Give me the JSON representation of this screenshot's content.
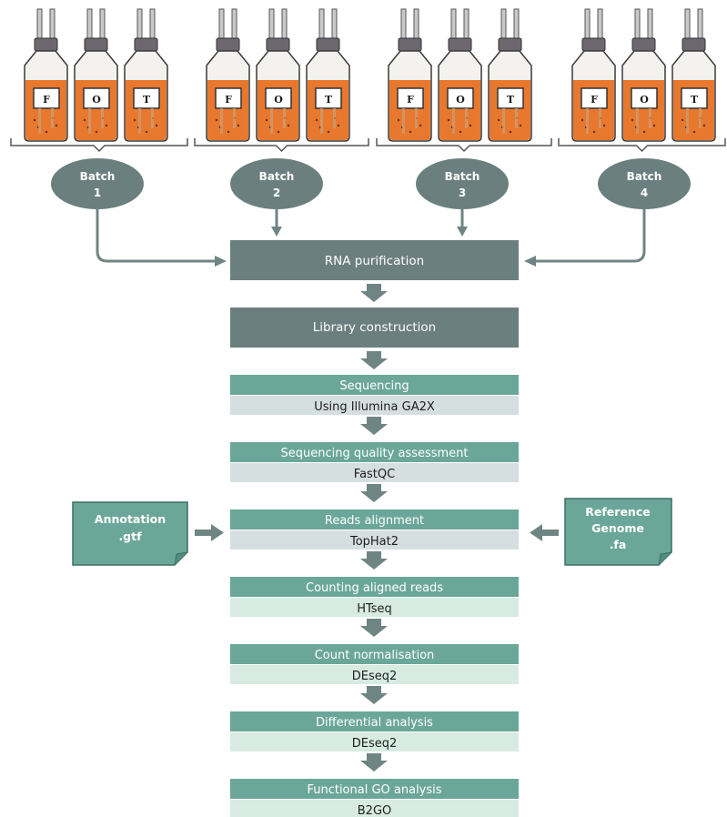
{
  "batches": [
    {
      "label": "Batch",
      "number": "1",
      "flasks": [
        "F",
        "O",
        "T"
      ]
    },
    {
      "label": "Batch",
      "number": "2",
      "flasks": [
        "F",
        "O",
        "T"
      ]
    },
    {
      "label": "Batch",
      "number": "3",
      "flasks": [
        "F",
        "O",
        "T"
      ]
    },
    {
      "label": "Batch",
      "number": "4",
      "flasks": [
        "F",
        "O",
        "T"
      ]
    }
  ],
  "dark_steps": [
    {
      "title": "RNA purification"
    },
    {
      "title": "Library construction"
    }
  ],
  "steps": [
    {
      "title": "Sequencing",
      "tool": "Using Illumina GA2X"
    },
    {
      "title": "Sequencing quality assessment",
      "tool": "FastQC"
    },
    {
      "title": "Reads alignment",
      "tool": "TopHat2"
    },
    {
      "title": "Counting aligned reads",
      "tool": "HTseq"
    },
    {
      "title": "Count normalisation",
      "tool": "DEseq2"
    },
    {
      "title": "Differential analysis",
      "tool": "DEseq2"
    },
    {
      "title": "Functional GO analysis",
      "tool": "B2GO"
    }
  ],
  "inputs": {
    "annotation": {
      "lines": [
        "Annotation",
        ".gtf"
      ]
    },
    "reference": {
      "lines": [
        "Reference",
        "Genome",
        ".fa"
      ]
    }
  },
  "colors": {
    "dark": "#6b7f7e",
    "teal": "#6ba798",
    "teal_light_1": "#d6dfe0",
    "teal_light_2": "#d7ebe3",
    "arrow": "#6f8584",
    "liquid": "#e8782d",
    "cap": "#6d6870"
  }
}
